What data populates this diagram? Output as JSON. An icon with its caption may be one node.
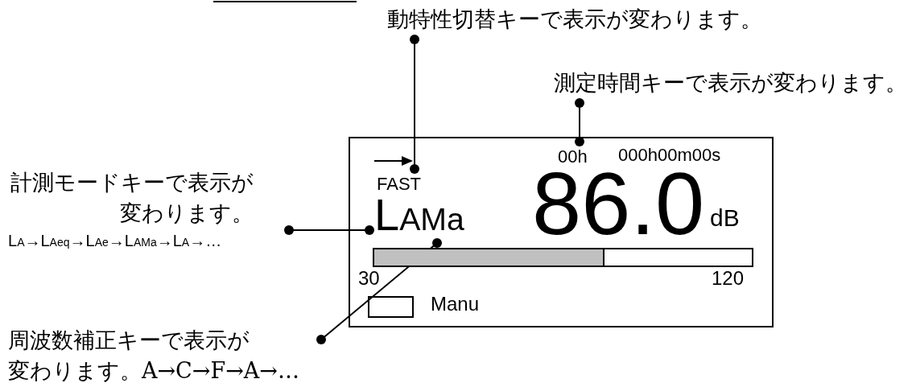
{
  "diagram": {
    "nodes": [
      {
        "text": [],
        "shape": "box"
      },
      {
        "text": [
          "動特性切替キーで表示が変わります。"
        ]
      },
      {
        "text": [
          "FAST"
        ],
        "in": 0
      },
      {
        "text": [
          "測定時間キーで表示が変わります。"
        ]
      },
      {
        "text": [
          "00h"
        ],
        "in": 0
      },
      {
        "text": [
          "計測モードキーで表示が変わります。",
          "L$_{A}$→L$_{Aeq}$→L$_{Ae}$→L$_{AMa}$→L$_{A}$→…"
        ]
      },
      {
        "text": [
          "L$_{AMa}$"
        ],
        "in": 0
      },
      {
        "text": [
          "周波数補正キーで表示が変わります。A→C→F→A→…"
        ]
      },
      {
        "text": [],
        "shape": "bar",
        "in": 0
      },
      {
        "text": [],
        "shape": "box",
        "in": 0
      }
    ],
    "edges": [
      {
        "from": 1,
        "to": 2,
        "arrow": "other"
      },
      {
        "from": 3,
        "to": 4,
        "arrow": "other"
      },
      {
        "from": 5,
        "to": 6,
        "arrow": "other"
      },
      {
        "from": 7,
        "to": 8,
        "arrow": "other"
      }
    ],
    "labels": [
      "000h00m00s",
      "86.0",
      "dB",
      "30",
      "120",
      "Manu"
    ]
  }
}
